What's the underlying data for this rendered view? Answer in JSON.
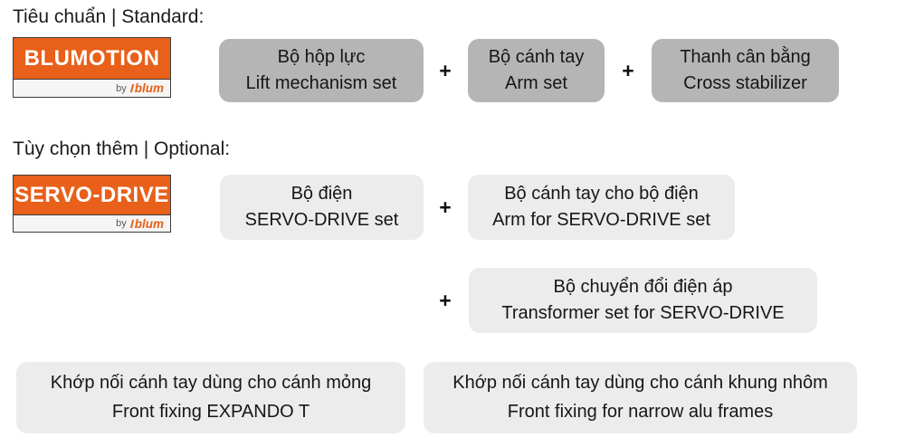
{
  "colors": {
    "brand_orange": "#e8601a",
    "standard_box_gray": "#b5b5b5",
    "optional_box_gray": "#ececec",
    "text": "#1a1a1a"
  },
  "sections": {
    "standard": {
      "heading": "Tiêu chuẩn | Standard:",
      "logo": {
        "name": "BLUMOTION",
        "byline_prefix": "by",
        "byline_brand": "blum"
      },
      "items": [
        {
          "line1": "Bộ hộp lực",
          "line2": "Lift mechanism set"
        },
        {
          "line1": "Bộ cánh tay",
          "line2": "Arm set"
        },
        {
          "line1": "Thanh cân bằng",
          "line2": "Cross stabilizer"
        }
      ]
    },
    "optional": {
      "heading": "Tùy chọn thêm | Optional:",
      "logo": {
        "name": "SERVO-DRIVE",
        "byline_prefix": "by",
        "byline_brand": "blum"
      },
      "items": [
        {
          "line1": "Bộ điện",
          "line2": "SERVO-DRIVE set"
        },
        {
          "line1": "Bộ cánh tay cho bộ điện",
          "line2": "Arm for SERVO-DRIVE set"
        },
        {
          "line1": "Bộ chuyển đổi điện áp",
          "line2": "Transformer set for SERVO-DRIVE"
        }
      ]
    },
    "fixings": {
      "items": [
        {
          "line1": "Khớp nối cánh tay dùng cho cánh mỏng",
          "line2": "Front fixing EXPANDO T"
        },
        {
          "line1": "Khớp nối cánh tay dùng cho cánh khung nhôm",
          "line2": "Front fixing for narrow alu frames"
        }
      ]
    }
  },
  "symbols": {
    "plus": "+"
  }
}
